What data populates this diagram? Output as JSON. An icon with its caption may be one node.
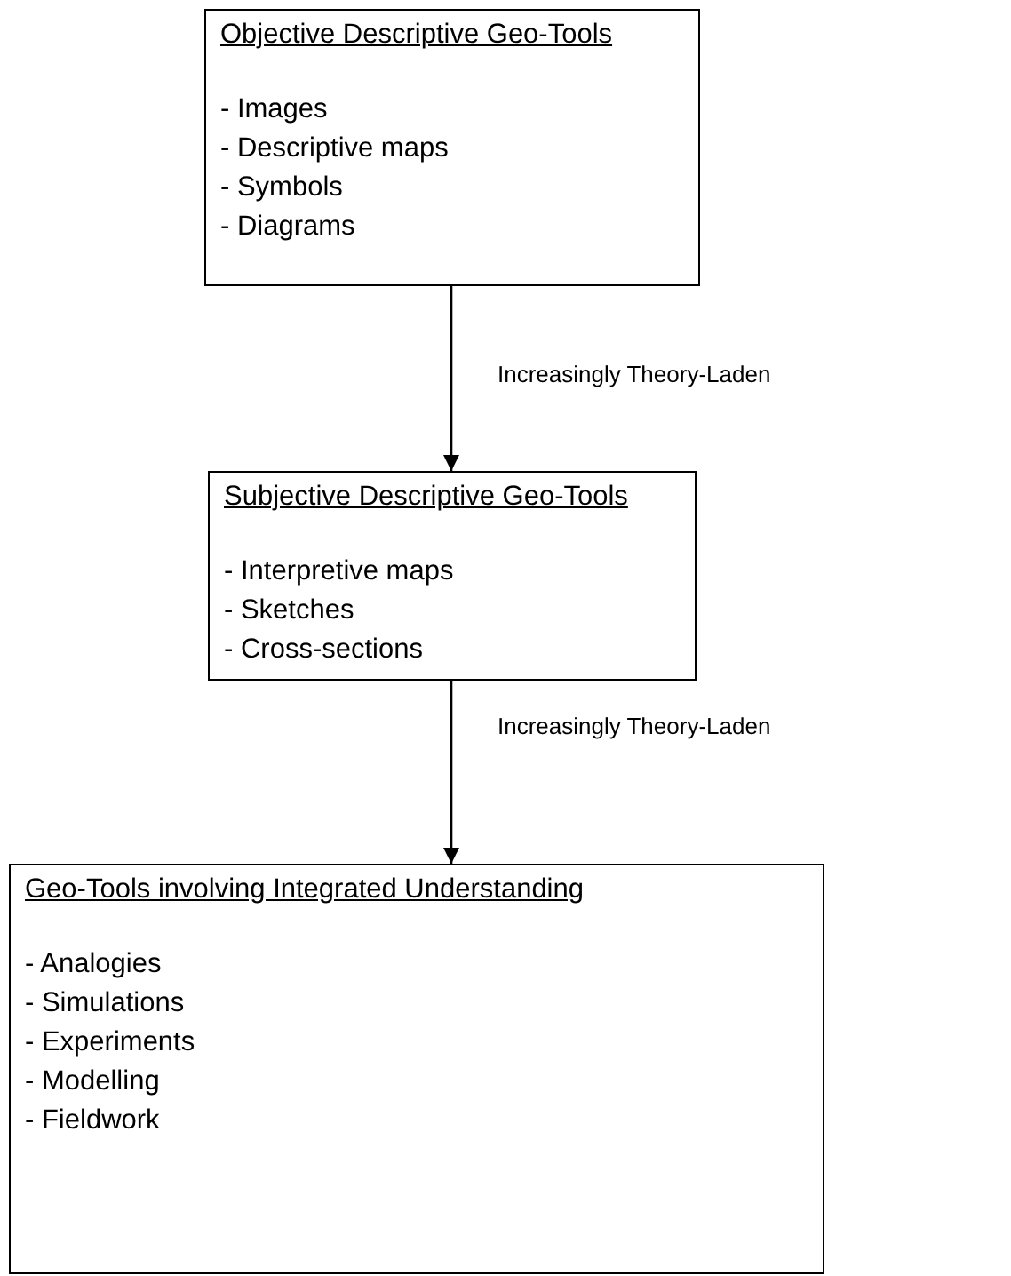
{
  "diagram": {
    "nodes": [
      {
        "text": [
          "Objective Descriptive Geo-Tools",
          "- Images",
          "- Descriptive maps",
          "- Symbols",
          "- Diagrams"
        ]
      },
      {
        "text": [
          "Subjective Descriptive Geo-Tools",
          "- Interpretive maps",
          "- Sketches",
          "- Cross-sections"
        ]
      },
      {
        "text": [
          "Geo-Tools involving Integrated Understanding",
          "- Analogies",
          "- Simulations",
          "- Experiments",
          "- Modelling",
          "- Fieldwork"
        ]
      }
    ],
    "edges": [
      {
        "from": 0,
        "to": 1,
        "arrow": "to",
        "label": "Increasingly Theory-Laden"
      },
      {
        "from": 1,
        "to": 2,
        "arrow": "to",
        "label": "Increasingly Theory-Laden"
      }
    ]
  }
}
